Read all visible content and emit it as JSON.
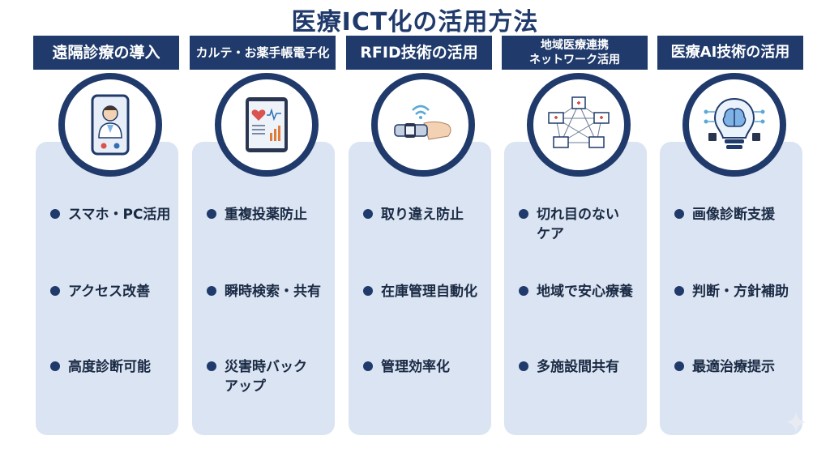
{
  "title": "医療ICT化の活用方法",
  "colors": {
    "navy": "#1f3a6b",
    "card": "#dbe4f2"
  },
  "columns": [
    {
      "header": "遠隔診療の導入",
      "icon": "doctor-phone-icon",
      "bullets": [
        "スマホ・PC活用",
        "アクセス改善",
        "高度診断可能"
      ]
    },
    {
      "header": "カルテ・お薬手帳電子化",
      "icon": "tablet-health-icon",
      "bullets": [
        "重複投薬防止",
        "瞬時検索・共有",
        "災害時バック\nアップ"
      ]
    },
    {
      "header": "RFID技術の活用",
      "icon": "rfid-wristband-icon",
      "bullets": [
        "取り違え防止",
        "在庫管理自動化",
        "管理効率化"
      ]
    },
    {
      "header": "地域医療連携\nネットワーク活用",
      "icon": "network-buildings-icon",
      "bullets": [
        "切れ目のない\nケア",
        "地域で安心療養",
        "多施設間共有"
      ]
    },
    {
      "header": "医療AI技術の活用",
      "icon": "ai-brain-bulb-icon",
      "bullets": [
        "画像診断支援",
        "判断・方針補助",
        "最適治療提示"
      ]
    }
  ]
}
